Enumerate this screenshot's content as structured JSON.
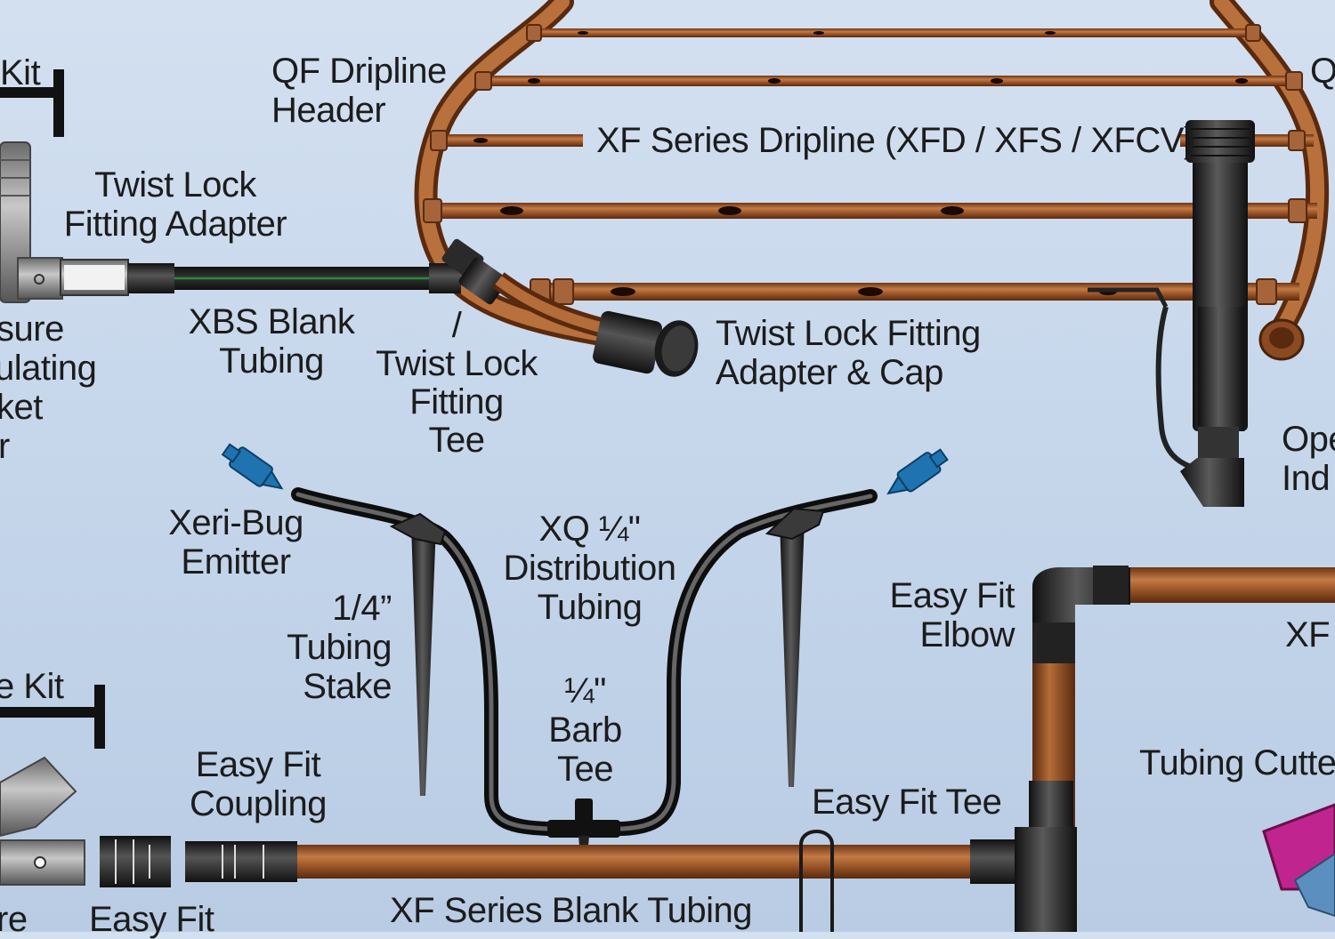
{
  "colors": {
    "background": "#c9d8ec",
    "dripline_brown": "#a0592b",
    "tubing_black": "#2a2a2a",
    "emitter_blue": "#1f73b0",
    "cutter_magenta": "#c0258f"
  },
  "labels": {
    "kit_top": "Kit",
    "qf_header": [
      "QF Dripline",
      "Header"
    ],
    "xf_series_dripline": "XF Series Dripline (XFD / XFS / XFCV)",
    "q_partial": "Q",
    "twist_lock_adapter": [
      "Twist Lock",
      "Fitting Adapter"
    ],
    "pressure_regulating": [
      "sure",
      "ulating",
      "ket",
      "r"
    ],
    "xbs_blank": [
      "XBS Blank",
      "Tubing"
    ],
    "twist_lock_tee": [
      "/",
      "Twist Lock",
      "Fitting",
      "Tee"
    ],
    "adapter_cap": [
      "Twist Lock Fitting",
      "Adapter & Cap"
    ],
    "ope_ind": [
      "Ope",
      "Ind"
    ],
    "xeri_bug": [
      "Xeri-Bug",
      "Emitter"
    ],
    "xq_distribution": [
      "XQ ¼\"",
      "Distribution",
      "Tubing"
    ],
    "tubing_stake": [
      "1/4”",
      "Tubing",
      "Stake"
    ],
    "easy_fit_elbow": [
      "Easy Fit",
      "Elbow"
    ],
    "xf_s_partial": "XF S",
    "kit_bottom": "e Kit",
    "barb_tee": [
      "¼\"",
      "Barb",
      "Tee"
    ],
    "tubing_cutter": "Tubing Cutte",
    "easy_fit_coupling": [
      "Easy Fit",
      "Coupling"
    ],
    "easy_fit_tee": "Easy Fit Tee",
    "xf_blank_tubing": "XF Series Blank Tubing",
    "re_partial": "re",
    "easy_fit_bottom": "Easy Fit"
  }
}
